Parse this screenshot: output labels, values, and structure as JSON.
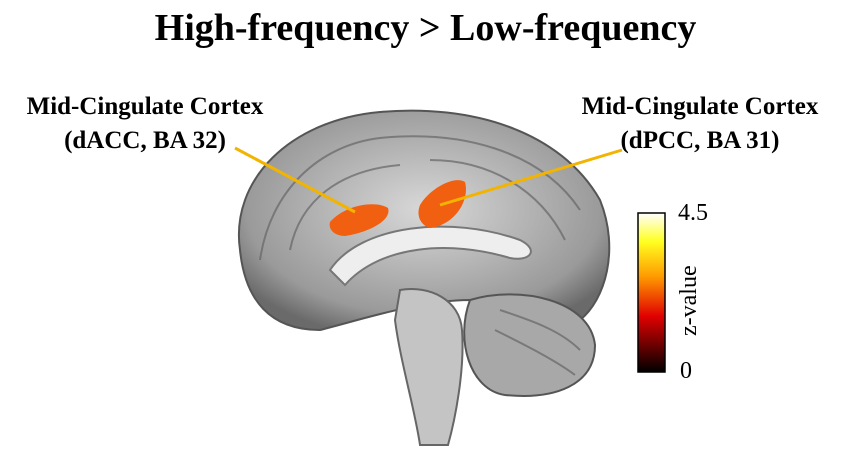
{
  "title": "High-frequency > Low-frequency",
  "labels": {
    "left": {
      "line1": "Mid-Cingulate Cortex",
      "line2": "(dACC, BA 32)"
    },
    "right": {
      "line1": "Mid-Cingulate Cortex",
      "line2": "(dPCC, BA 31)"
    }
  },
  "colorbar": {
    "label": "z-value",
    "max": "4.5",
    "min": "0",
    "colors": [
      "#000000",
      "#ff0000",
      "#ff9900",
      "#ffff00",
      "#ffffff"
    ]
  },
  "leader_line_color": "#f2b400",
  "activation_color": "#f06010"
}
